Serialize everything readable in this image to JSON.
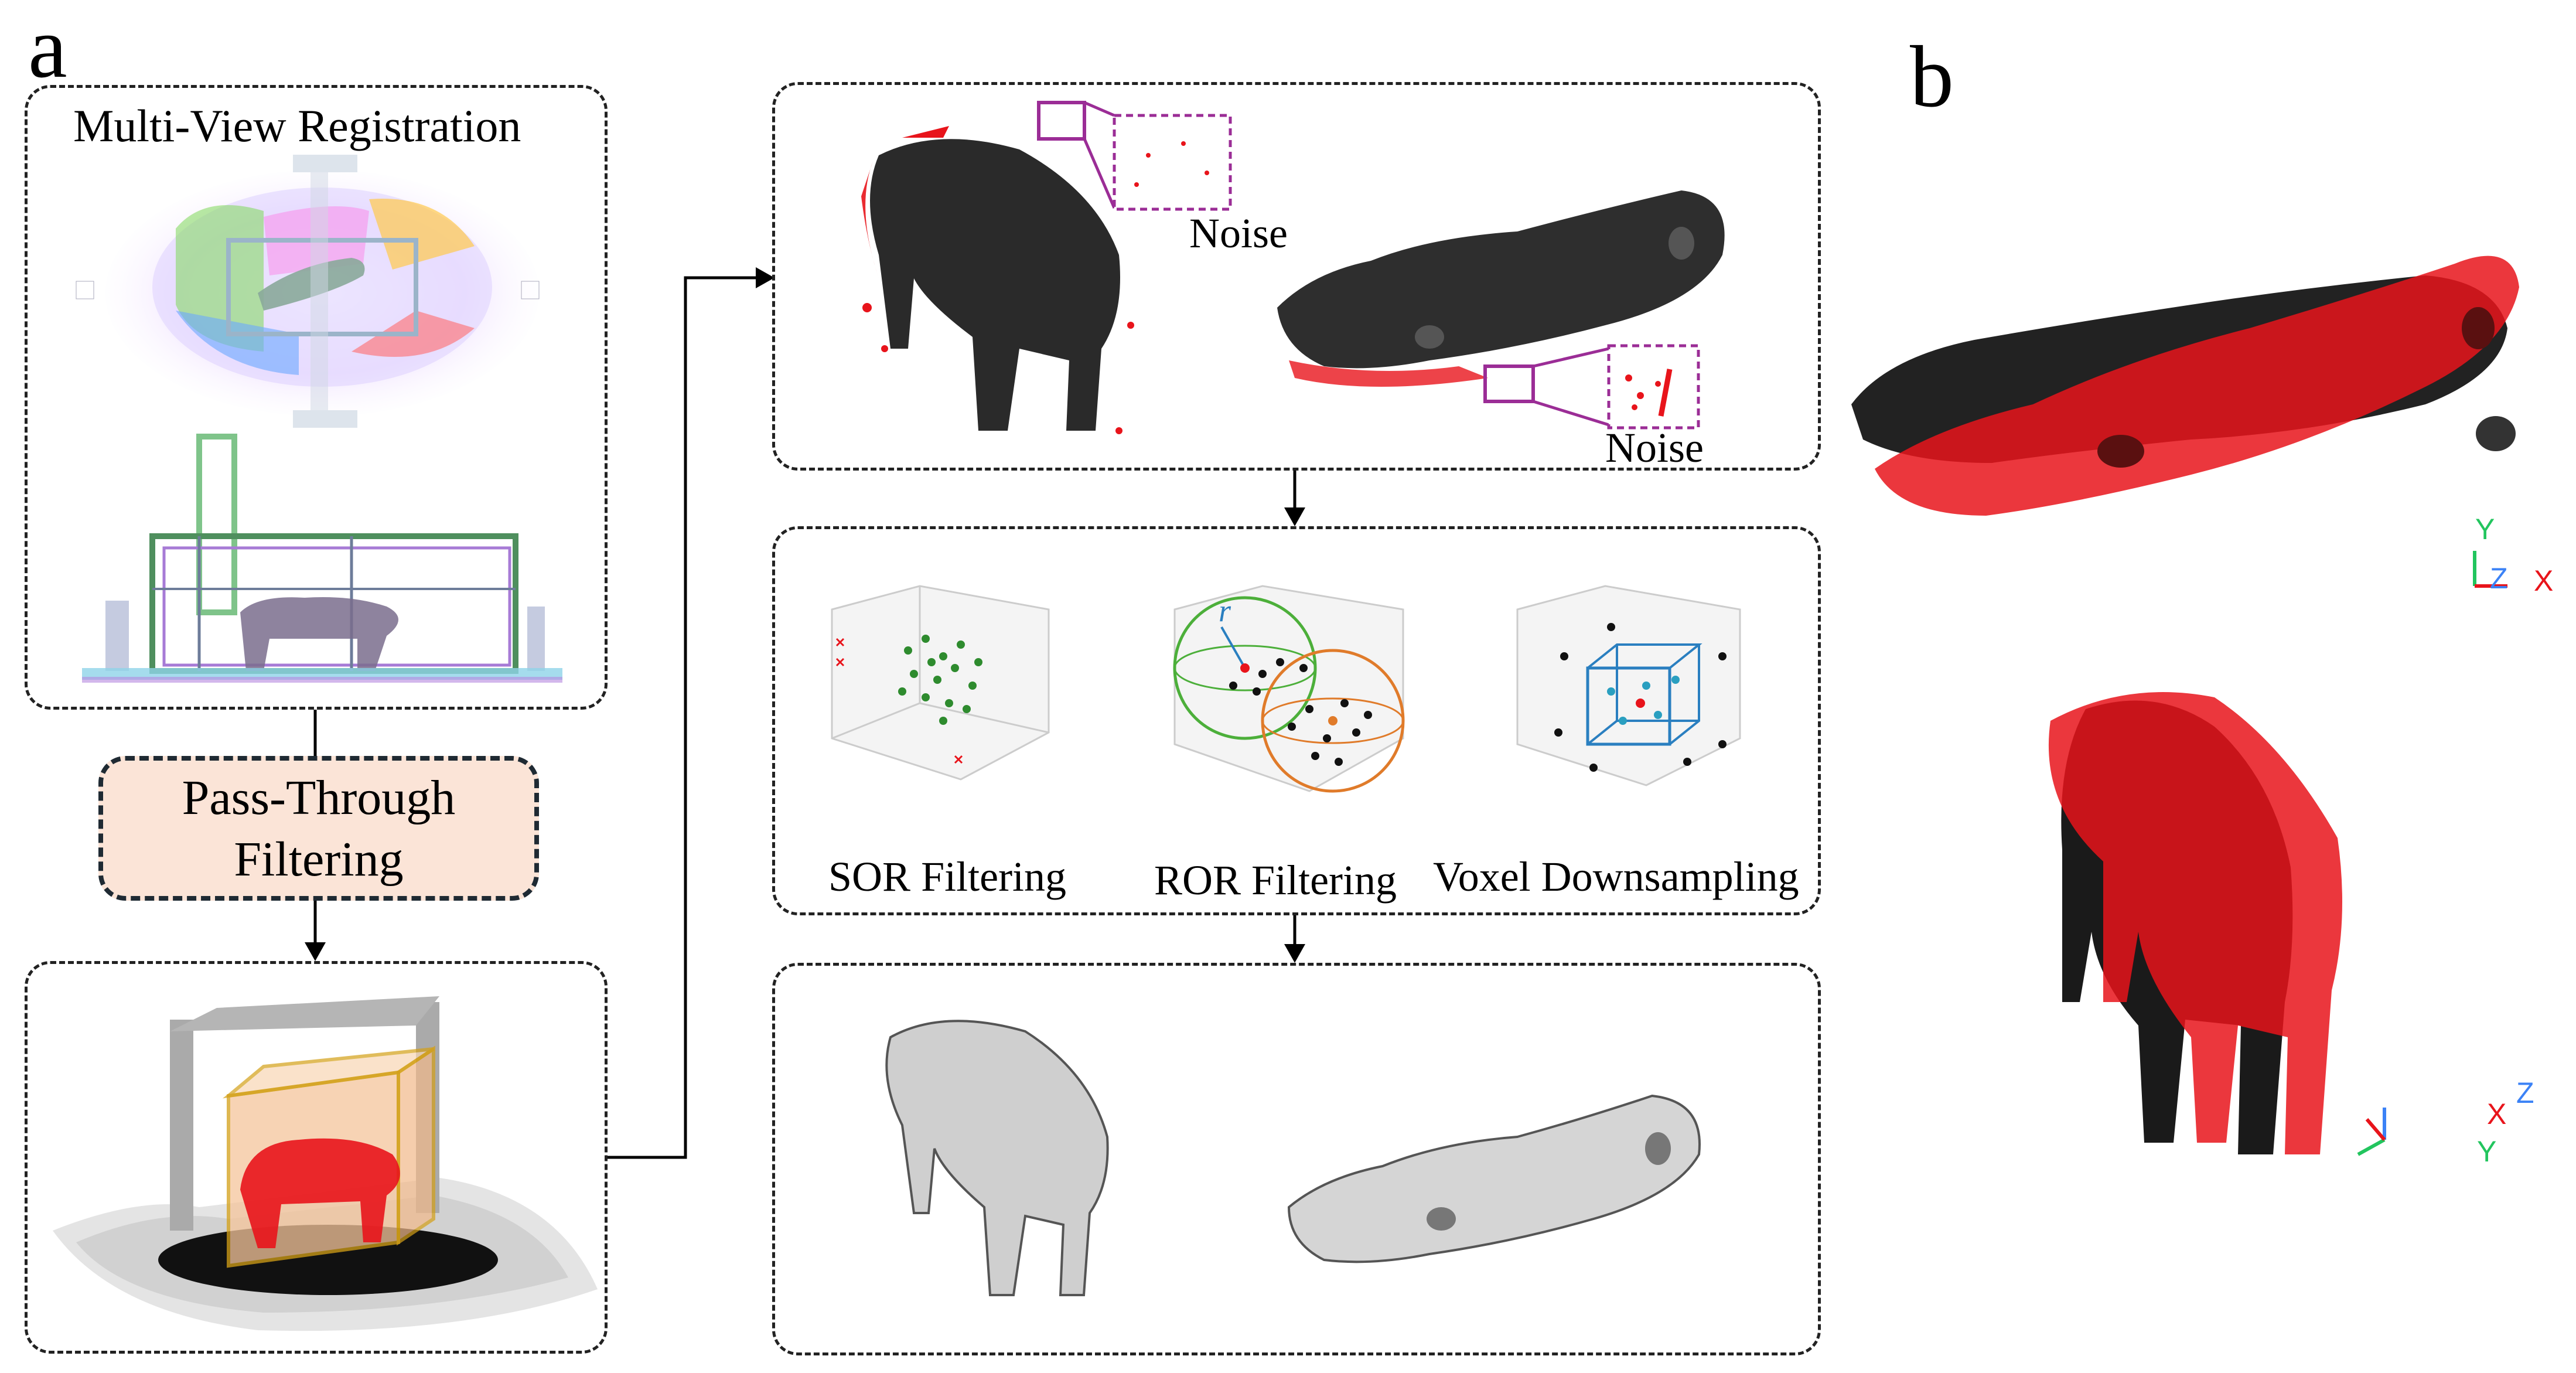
{
  "panel_labels": {
    "a": "a",
    "b": "b"
  },
  "registration": {
    "title": "Multi-View Registration"
  },
  "pass_through": {
    "line1": "Pass-Through",
    "line2": "Filtering"
  },
  "noise": {
    "label_top": "Noise",
    "label_bottom": "Noise"
  },
  "filters": {
    "sor": "SOR Filtering",
    "ror": "ROR Filtering",
    "voxel": "Voxel Downsampling",
    "ror_radius_symbol": "r"
  },
  "axes": {
    "top": {
      "y": "Y",
      "z": "Z",
      "x": "X"
    },
    "bottom": {
      "x": "X",
      "z": "Z",
      "y": "Y"
    }
  },
  "colors": {
    "noise_red": "#e8141b",
    "pig_black": "#1a1a1a",
    "callout_purple": "#9b2d96",
    "pass_through_fill": "#fbe4d7",
    "sor_green": "#2e8b2e",
    "ror_green": "#4caf3a",
    "ror_orange": "#e07b2a",
    "voxel_blue": "#2a7fc0",
    "axis_green": "#22c55e",
    "axis_blue": "#3b82f6"
  }
}
